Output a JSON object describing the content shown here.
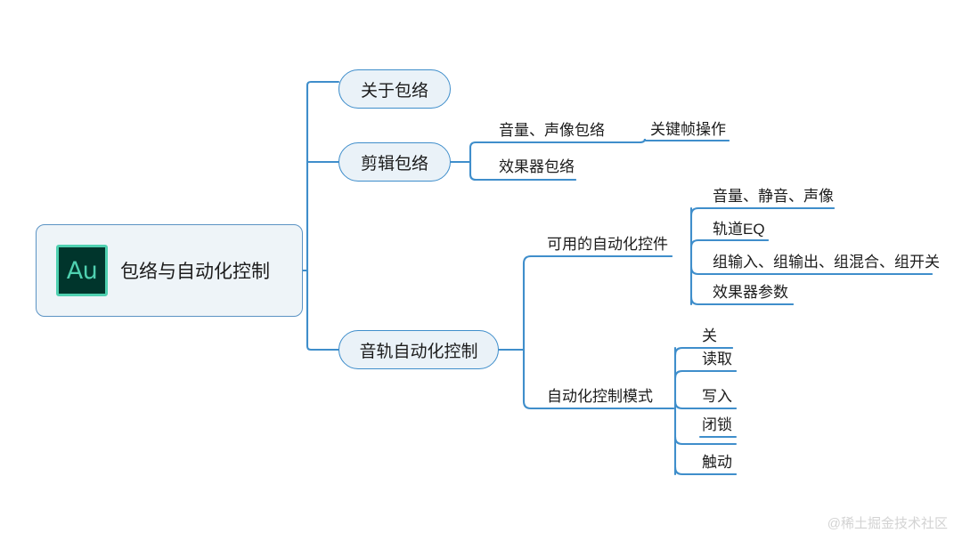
{
  "diagram": {
    "type": "mindmap",
    "title": "包络与自动化控制",
    "colors": {
      "edge": "#3f8ecb",
      "node_fill": "#eaf2f8",
      "node_border": "#3f8ecb",
      "root_fill": "#eef4f8",
      "root_border": "#5b93c4",
      "text": "#1c1c1c",
      "logo_bg": "#00352c",
      "logo_accent": "#4fd0b0",
      "watermark": "#d3d3d3"
    },
    "root": {
      "label": "包络与自动化控制",
      "icon": "adobe-audition-logo",
      "icon_text": "Au"
    },
    "branches": [
      {
        "id": "about",
        "label": "关于包络",
        "shape": "pill",
        "children": []
      },
      {
        "id": "clip-envelope",
        "label": "剪辑包络",
        "shape": "pill",
        "children": [
          {
            "id": "volume-pan-envelope",
            "label": "音量、声像包络",
            "children": [
              {
                "id": "keyframe-ops",
                "label": "关键帧操作",
                "children": []
              }
            ]
          },
          {
            "id": "effect-envelope",
            "label": "效果器包络",
            "children": []
          }
        ]
      },
      {
        "id": "track-automation",
        "label": "音轨自动化控制",
        "shape": "pill",
        "children": [
          {
            "id": "available-controls",
            "label": "可用的自动化控件",
            "children": [
              {
                "id": "vol-mute-pan",
                "label": "音量、静音、声像",
                "children": []
              },
              {
                "id": "track-eq",
                "label": "轨道EQ",
                "children": []
              },
              {
                "id": "group-io",
                "label": "组输入、组输出、组混合、组开关",
                "children": []
              },
              {
                "id": "effect-params",
                "label": "效果器参数",
                "children": []
              }
            ]
          },
          {
            "id": "automation-modes",
            "label": "自动化控制模式",
            "children": [
              {
                "id": "mode-off",
                "label": "关",
                "children": []
              },
              {
                "id": "mode-read",
                "label": "读取",
                "children": []
              },
              {
                "id": "mode-write",
                "label": "写入",
                "children": []
              },
              {
                "id": "mode-latch",
                "label": "闭锁",
                "children": []
              },
              {
                "id": "mode-touch",
                "label": "触动",
                "children": []
              }
            ]
          }
        ]
      }
    ],
    "watermark": "@稀土掘金技术社区"
  }
}
